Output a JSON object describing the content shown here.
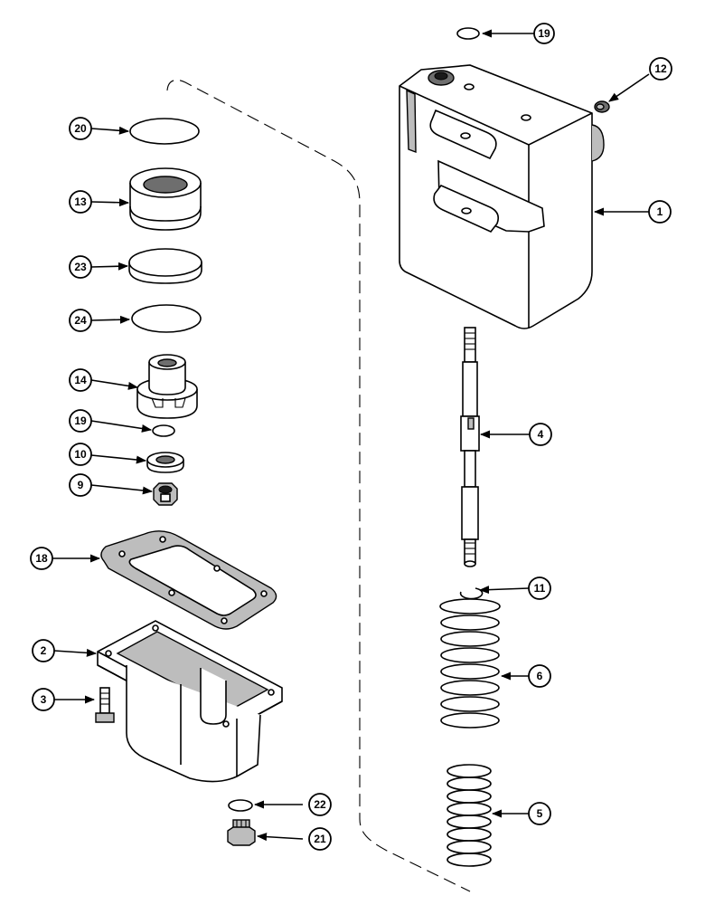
{
  "callouts": [
    {
      "id": "c19a",
      "label": "19"
    },
    {
      "id": "c12",
      "label": "12"
    },
    {
      "id": "c20",
      "label": "20"
    },
    {
      "id": "c13",
      "label": "13"
    },
    {
      "id": "c1",
      "label": "1"
    },
    {
      "id": "c23",
      "label": "23"
    },
    {
      "id": "c24",
      "label": "24"
    },
    {
      "id": "c14",
      "label": "14"
    },
    {
      "id": "c4",
      "label": "4"
    },
    {
      "id": "c19b",
      "label": "19"
    },
    {
      "id": "c10",
      "label": "10"
    },
    {
      "id": "c9",
      "label": "9"
    },
    {
      "id": "c18",
      "label": "18"
    },
    {
      "id": "c11",
      "label": "11"
    },
    {
      "id": "c2",
      "label": "2"
    },
    {
      "id": "c6",
      "label": "6"
    },
    {
      "id": "c3",
      "label": "3"
    },
    {
      "id": "c5",
      "label": "5"
    },
    {
      "id": "c22",
      "label": "22"
    },
    {
      "id": "c21",
      "label": "21"
    }
  ]
}
